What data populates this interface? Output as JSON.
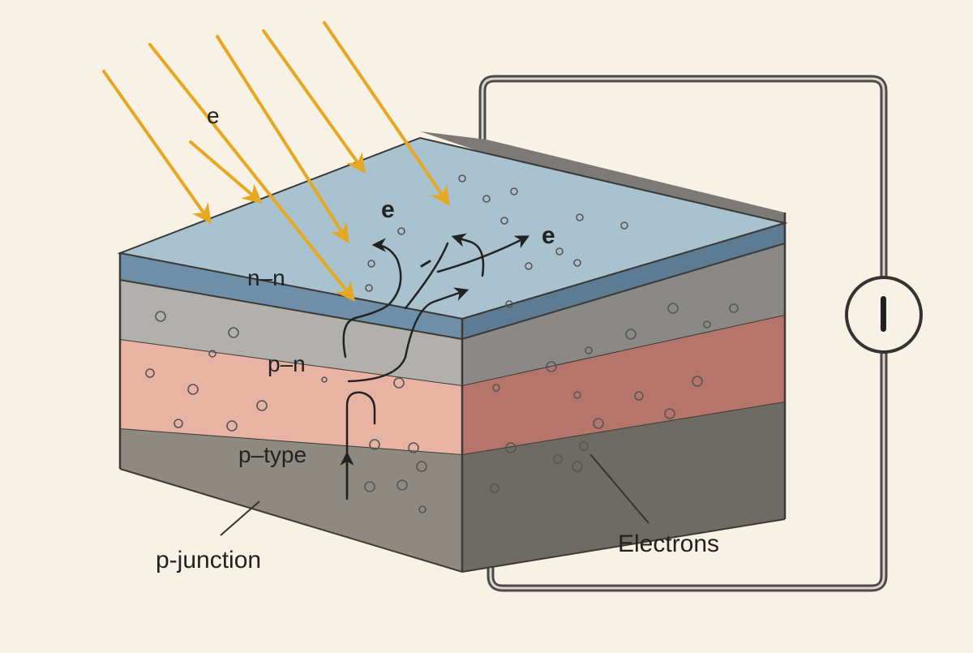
{
  "labels": {
    "e_top": "e",
    "e_surface": "e",
    "e_arrow": "e",
    "n_layer": "n–n",
    "pn_layer": "p–n",
    "p_type": "p–type",
    "p_junction": "p-junction",
    "electrons": "Electrons"
  },
  "colors": {
    "background": "#f8f1e6",
    "n_layer_top": "#a9c2cf",
    "n_layer_front": "#6f8fa8",
    "pn_layer_front": "#b2b0ac",
    "pn_layer_side": "#8a8986",
    "p_layer_front": "#e8b3a3",
    "p_layer_side": "#b5756b",
    "base_front": "#8e8a82",
    "base_side": "#6e6b65",
    "sunlight": "#e6a820",
    "wire": "#4a4a4a"
  },
  "icons": {
    "meter": "voltmeter-icon",
    "sun_rays": "sunlight-arrow-icon"
  }
}
